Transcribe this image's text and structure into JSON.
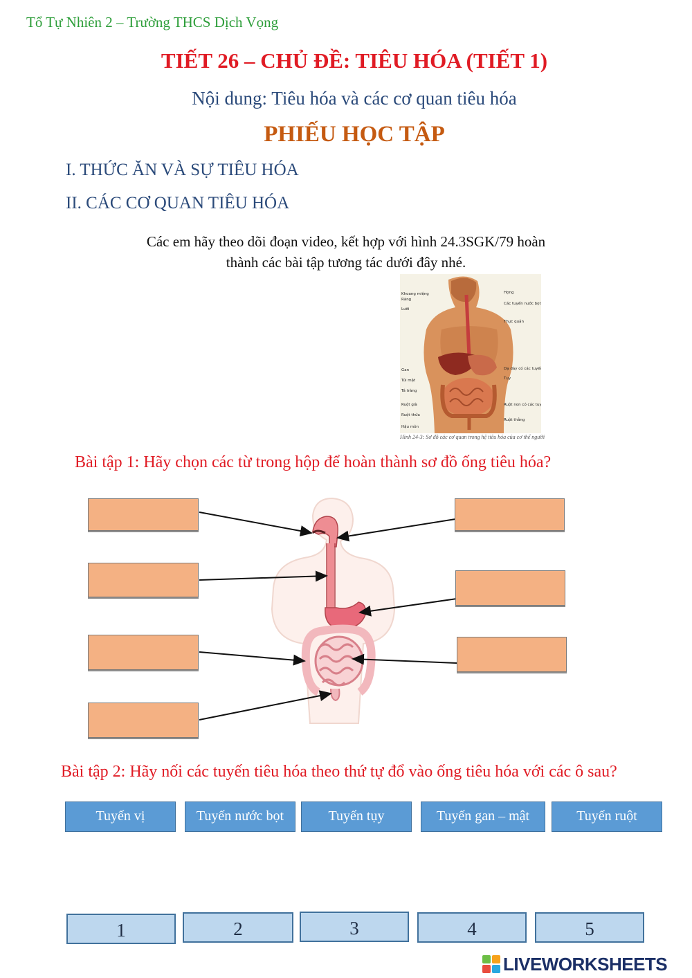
{
  "header": {
    "school": "Tổ Tự Nhiên 2 – Trường THCS Dịch Vọng",
    "title": "TIẾT 26 – CHỦ ĐỀ: TIÊU HÓA (TIẾT 1)",
    "subtitle": "Nội dung: Tiêu hóa và các cơ quan tiêu hóa",
    "worksheet": "PHIẾU HỌC TẬP"
  },
  "sections": {
    "s1": "I. THỨC ĂN VÀ SỰ TIÊU HÓA",
    "s2": "II. CÁC CƠ QUAN TIÊU HÓA"
  },
  "instruction": {
    "line1": "Các em hãy theo dõi đoạn video, kết hợp với hình 24.3SGK/79 hoàn",
    "line2": "thành các bài tập tương tác dưới đây nhé."
  },
  "reference_figure": {
    "labels_left": [
      "Khoang miệng",
      "Răng",
      "Lưỡi",
      "Gan",
      "Túi mật",
      "Tá tràng",
      "Ruột già",
      "Ruột thừa",
      "Hậu môn"
    ],
    "labels_right": [
      "Họng",
      "Các tuyến nước bọt",
      "Thực quản",
      "Dạ dày có các tuyến vị",
      "Tụy",
      "Ruột non có các tuyến ruột",
      "Ruột thẳng"
    ],
    "caption": "Hình 24-3: Sơ đồ các cơ quan trong hệ tiêu hóa của cơ thể người"
  },
  "exercise1": {
    "prompt": "Bài tập 1: Hãy chọn các từ trong hộp để hoàn thành sơ đồ ống tiêu hóa?",
    "drop_box_color": "#f4b183"
  },
  "exercise2": {
    "prompt": "Bài tập 2: Hãy nối các tuyến tiêu hóa theo thứ tự đổ vào ống tiêu hóa với các ô sau?",
    "glands": [
      "Tuyến vị",
      "Tuyến nước bọt",
      "Tuyến tụy",
      "Tuyến gan – mật",
      "Tuyến ruột"
    ],
    "slots": [
      "1",
      "2",
      "3",
      "4",
      "5"
    ]
  },
  "footer": {
    "logo_text": "LIVEWORKSHEETS",
    "logo_colors": [
      "#6cbe45",
      "#f7a21b",
      "#e94c3d",
      "#29a8e0"
    ]
  }
}
